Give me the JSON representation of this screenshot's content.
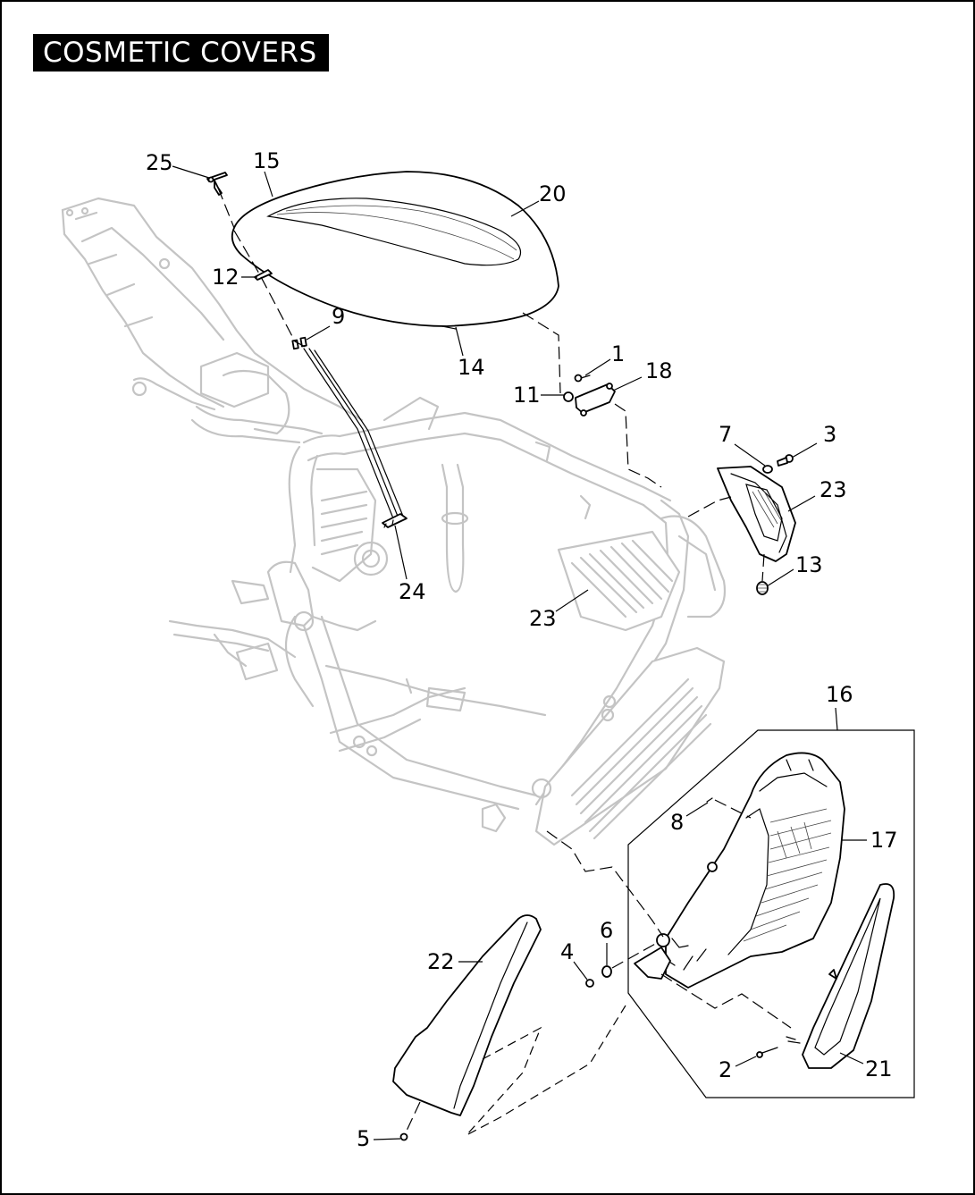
{
  "title": "COSMETIC COVERS",
  "callouts": {
    "c1": "1",
    "c2": "2",
    "c3": "3",
    "c4": "4",
    "c5": "5",
    "c6": "6",
    "c7": "7",
    "c8": "8",
    "c9": "9",
    "c11": "11",
    "c12": "12",
    "c13": "13",
    "c14": "14",
    "c15": "15",
    "c16": "16",
    "c17": "17",
    "c18": "18",
    "c20": "20",
    "c21": "21",
    "c22": "22",
    "c23a": "23",
    "c23b": "23",
    "c24": "24",
    "c25": "25"
  }
}
